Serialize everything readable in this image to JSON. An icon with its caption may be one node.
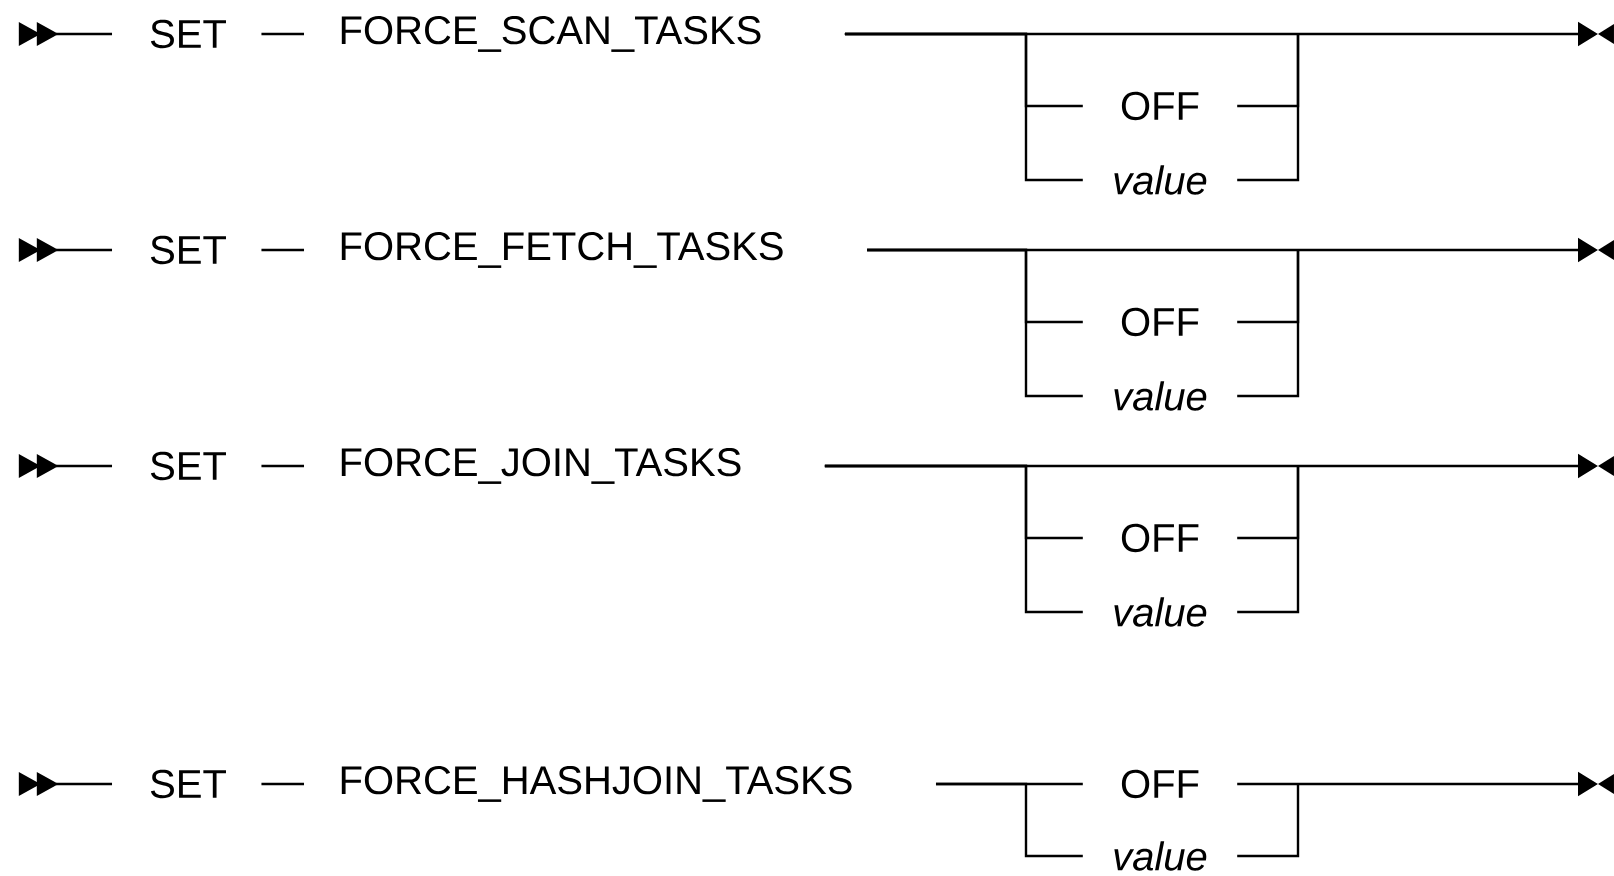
{
  "diagram": {
    "nodes": [
      {
        "text": [
          "SET"
        ]
      },
      {
        "text": [
          "FORCE_SCAN_TASKS"
        ]
      },
      {
        "text": [
          "OFF"
        ]
      },
      {
        "text": [
          "value"
        ]
      },
      {
        "text": [
          "SET"
        ]
      },
      {
        "text": [
          "FORCE_FETCH_TASKS"
        ]
      },
      {
        "text": [
          "OFF"
        ]
      },
      {
        "text": [
          "value"
        ]
      },
      {
        "text": [
          "SET"
        ]
      },
      {
        "text": [
          "FORCE_JOIN_TASKS"
        ]
      },
      {
        "text": [
          "OFF"
        ]
      },
      {
        "text": [
          "value"
        ]
      },
      {
        "text": [
          "SET"
        ]
      },
      {
        "text": [
          "FORCE_HASHJOIN_TASKS"
        ]
      },
      {
        "text": [
          "OFF"
        ]
      },
      {
        "text": [
          "value"
        ]
      }
    ],
    "edges": [
      {
        "from": 0,
        "to": 1,
        "arrow": "none"
      },
      {
        "from": 1,
        "to": null,
        "arrow": "to"
      },
      {
        "from": 1,
        "to": 2,
        "arrow": "none"
      },
      {
        "from": 1,
        "to": 3,
        "arrow": "none"
      },
      {
        "from": 2,
        "to": null,
        "arrow": "none"
      },
      {
        "from": 3,
        "to": null,
        "arrow": "none"
      },
      {
        "from": 4,
        "to": 5,
        "arrow": "none"
      },
      {
        "from": 5,
        "to": null,
        "arrow": "to"
      },
      {
        "from": 5,
        "to": 6,
        "arrow": "none"
      },
      {
        "from": 5,
        "to": 7,
        "arrow": "none"
      },
      {
        "from": 6,
        "to": null,
        "arrow": "none"
      },
      {
        "from": 7,
        "to": null,
        "arrow": "none"
      },
      {
        "from": 8,
        "to": 9,
        "arrow": "none"
      },
      {
        "from": 9,
        "to": null,
        "arrow": "to"
      },
      {
        "from": 9,
        "to": 10,
        "arrow": "none"
      },
      {
        "from": 9,
        "to": 11,
        "arrow": "none"
      },
      {
        "from": 10,
        "to": null,
        "arrow": "none"
      },
      {
        "from": 11,
        "to": null,
        "arrow": "none"
      },
      {
        "from": 12,
        "to": 13,
        "arrow": "none"
      },
      {
        "from": 13,
        "to": 14,
        "arrow": "none"
      },
      {
        "from": 13,
        "to": 15,
        "arrow": "none"
      },
      {
        "from": 14,
        "to": null,
        "arrow": "to"
      },
      {
        "from": 15,
        "to": null,
        "arrow": "none"
      }
    ]
  }
}
